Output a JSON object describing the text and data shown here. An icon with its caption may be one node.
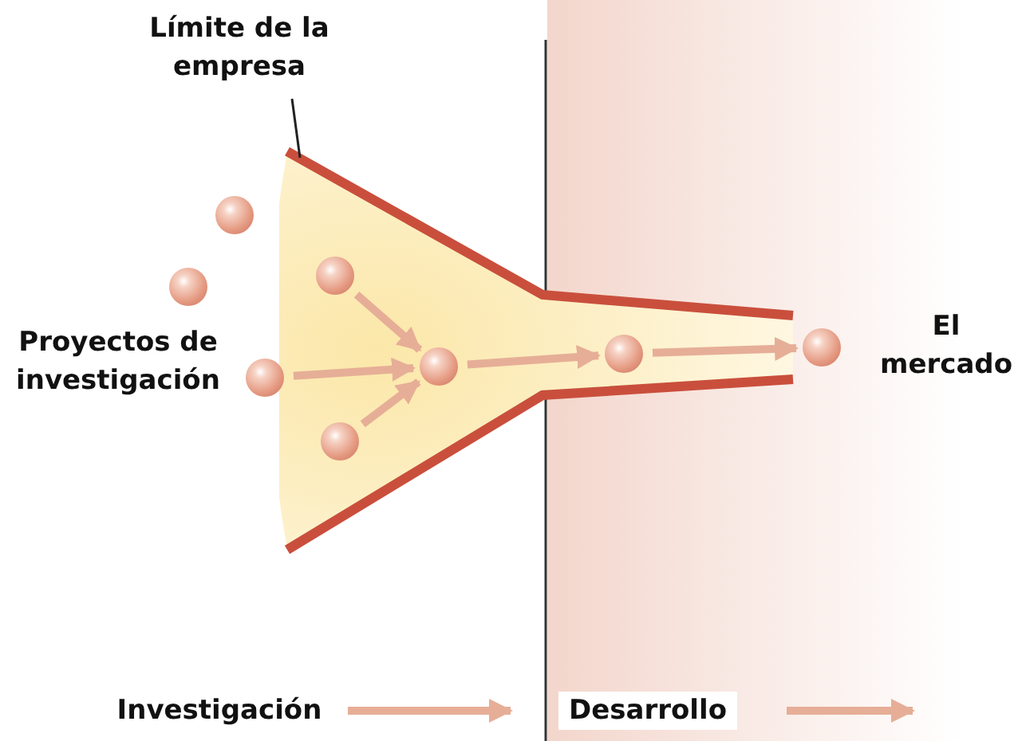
{
  "diagram": {
    "nodes": [
      {
        "text": [
          "Límite de la empresa"
        ]
      },
      {
        "text": [],
        "shape": "funnel"
      },
      {
        "text": [],
        "shape": "circle"
      },
      {
        "text": [],
        "shape": "circle"
      },
      {
        "text": [],
        "shape": "circle",
        "in": 1
      },
      {
        "text": [],
        "shape": "circle"
      },
      {
        "text": [],
        "shape": "circle",
        "in": 1
      },
      {
        "text": [],
        "shape": "circle",
        "in": 1
      },
      {
        "text": [],
        "shape": "circle",
        "in": 1
      },
      {
        "text": [],
        "shape": "circle"
      }
    ],
    "edges": [
      {
        "from": 0,
        "to": 1,
        "arrow": "none",
        "color": "#222222"
      },
      {
        "from": 4,
        "to": 6,
        "arrow": "to"
      },
      {
        "from": 5,
        "to": 6,
        "arrow": "to"
      },
      {
        "from": 7,
        "to": 6,
        "arrow": "to"
      },
      {
        "from": 6,
        "to": 8,
        "arrow": "to"
      },
      {
        "from": 8,
        "to": 9,
        "arrow": "to"
      }
    ],
    "labels": [
      "Proyectos de investigación",
      "El mercado",
      "Investigación",
      "Desarrollo"
    ]
  }
}
